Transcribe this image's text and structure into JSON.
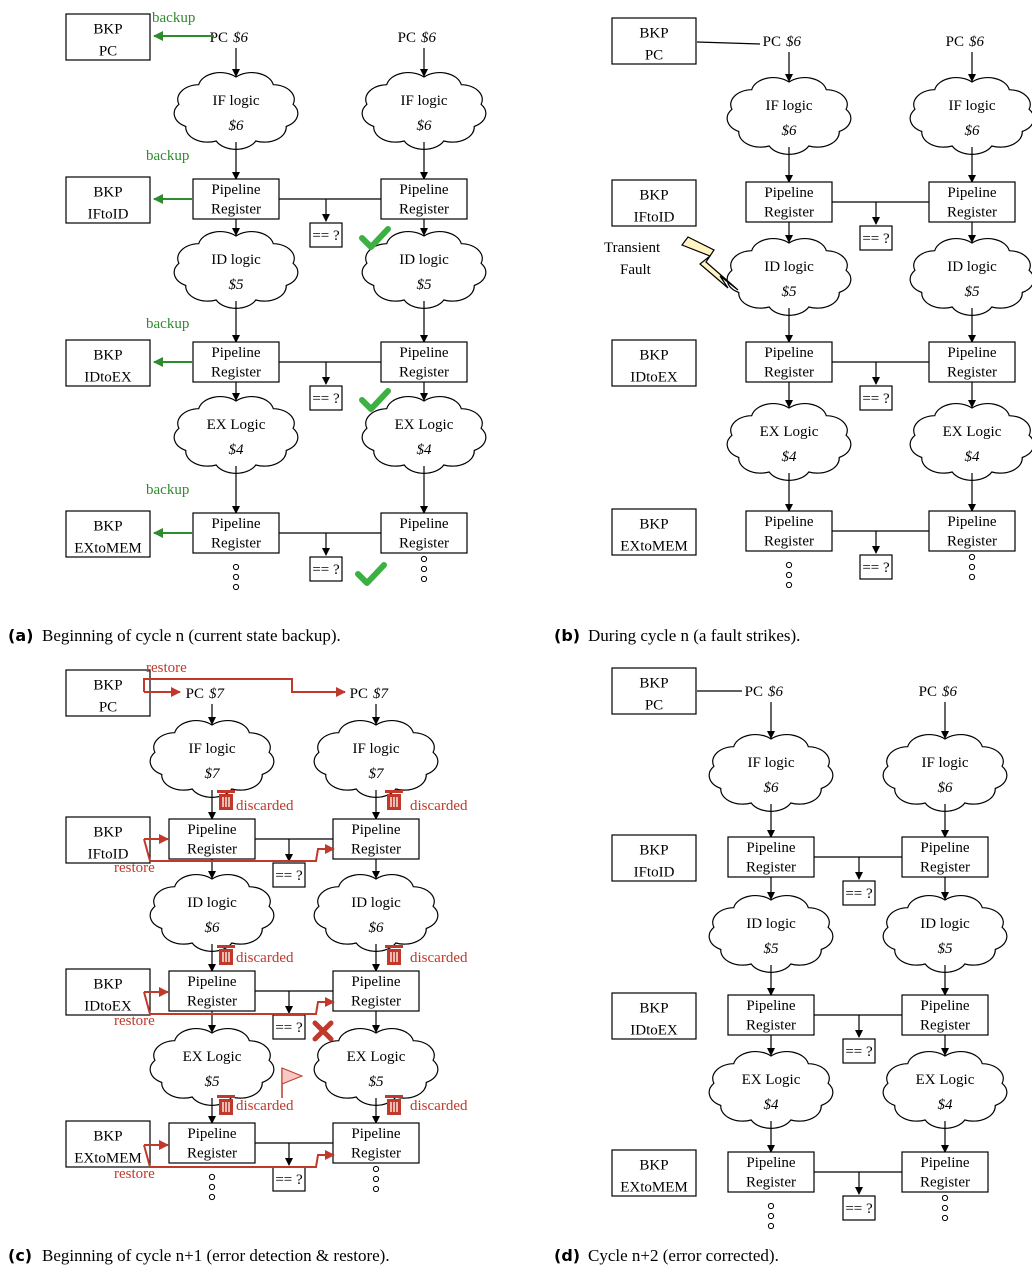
{
  "labels": {
    "bkp": "BKP",
    "pc": "PC",
    "iftoid": "IFtoID",
    "idtoex": "IDtoEX",
    "extomem": "EXtoMEM",
    "pc_label": "PC",
    "pipeline": "Pipeline",
    "register": "Register",
    "if_logic": "IF logic",
    "id_logic": "ID logic",
    "ex_logic": "EX Logic",
    "compare": "== ?",
    "backup": "backup",
    "restore": "restore",
    "discarded": "discarded",
    "transient": "Transient",
    "fault": "Fault"
  },
  "panels": [
    {
      "id": "a",
      "pc": "$6",
      "if": "$6",
      "id_val": "$5",
      "ex": "$4",
      "caption_tag": "(a)",
      "caption": "Beginning of cycle n (current state backup)."
    },
    {
      "id": "b",
      "pc": "$6",
      "if": "$6",
      "id_val": "$5",
      "ex": "$4",
      "caption_tag": "(b)",
      "caption": "During cycle n (a fault strikes)."
    },
    {
      "id": "c",
      "pc": "$7",
      "if": "$7",
      "id_val": "$6",
      "ex": "$5",
      "caption_tag": "(c)",
      "caption": "Beginning of cycle n+1 (error detection & restore)."
    },
    {
      "id": "d",
      "pc": "$6",
      "if": "$6",
      "id_val": "$5",
      "ex": "$4",
      "caption_tag": "(d)",
      "caption": "Cycle n+2 (error corrected)."
    }
  ],
  "colors": {
    "green": "#2e8b2e",
    "red": "#c0392b",
    "fault_fill": "#fff4c2"
  }
}
